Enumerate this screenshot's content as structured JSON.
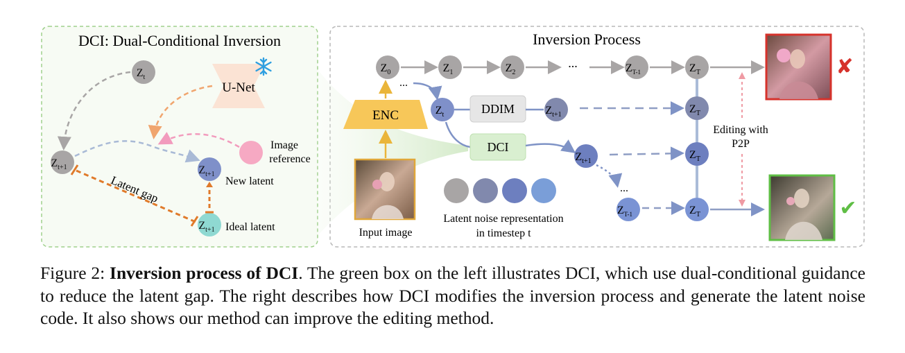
{
  "left_panel": {
    "title": "DCI: Dual-Conditional Inversion",
    "z_t": {
      "main": "Z",
      "sub": "t"
    },
    "z_t1": {
      "main": "Z",
      "sub": "t+1"
    },
    "unet_label": "U-Net",
    "image_reference_line1": "Image",
    "image_reference_line2": "reference",
    "latent_gap": "Latent gap",
    "new_latent": "New latent",
    "ideal_latent": "Ideal latent",
    "snowflake_icon": "snowflake-icon"
  },
  "right_panel": {
    "title": "Inversion Process",
    "top_row": [
      {
        "main": "Z",
        "sub": "0"
      },
      {
        "main": "Z",
        "sub": "1"
      },
      {
        "main": "Z",
        "sub": "2"
      },
      {
        "main": "Z",
        "sub": "T-1"
      },
      {
        "main": "Z",
        "sub": "T"
      }
    ],
    "ellipsis": "...",
    "enc_label": "ENC",
    "ddim_label": "DDIM",
    "dci_label": "DCI",
    "node_zt": {
      "main": "Z",
      "sub": "t"
    },
    "node_zt1": {
      "main": "Z",
      "sub": "t+1"
    },
    "node_zT1": {
      "main": "Z",
      "sub": "T-1"
    },
    "node_zT": {
      "main": "Z",
      "sub": "T"
    },
    "input_image": "Input image",
    "legend_line1": "Latent noise representation",
    "legend_line2": "in timestep t",
    "editing_line1": "Editing with",
    "editing_line2": "P2P",
    "fail_mark": "✘",
    "success_mark": "✔"
  },
  "caption": {
    "prefix": "Figure 2: ",
    "bold": "Inversion process of DCI",
    "text": ". The green box on the left illustrates DCI, which use dual-conditional guidance to reduce the latent gap. The right describes how DCI modifies the inversion process and generate the latent noise code. It also shows our method can improve the editing method."
  },
  "colors": {
    "gray_node": "#a8a5a5",
    "blue_node": "#7f90c9",
    "teal_node": "#8fd9d2",
    "pink_ref": "#f6a9c3",
    "enc_fill": "#f7c759",
    "dci_fill": "#d9efd0",
    "ddim_fill": "#e6e6e6",
    "fail": "#d6322b",
    "success": "#5fbe45"
  }
}
